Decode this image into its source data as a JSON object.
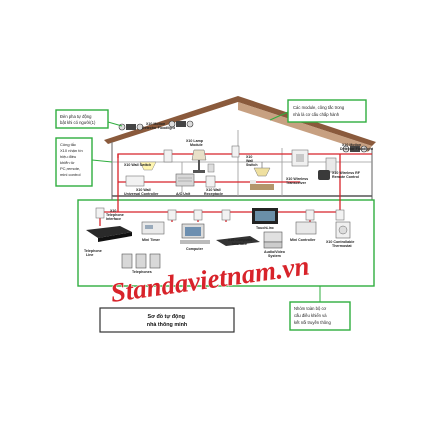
{
  "callouts": {
    "motion_light": [
      "Đèn pha tự động",
      "bật khi có người(1)"
    ],
    "switch_x10": [
      "Công tắc",
      "X10 nhận tín",
      "hiệu điều",
      "khiển từ",
      "PC,remote,",
      "mini control"
    ],
    "modules": [
      "Các module, công tắc trong",
      "nhà là cơ cấu chấp hành"
    ],
    "central": [
      "Nhóm toàn bộ cơ",
      "cấu điều khiển và",
      "kết nối truyền thông"
    ]
  },
  "device_labels": {
    "motion_left": [
      "X10 Motion",
      "Detector Floodlight"
    ],
    "motion_right": [
      "X10 Motion",
      "Detector Floodlight"
    ],
    "lamp_module": [
      "X10 Lamp",
      "Module"
    ],
    "wall_switch_upper": [
      "X10 Wall Switch"
    ],
    "wall_switch_small": [
      "X10",
      "Wall",
      "Switch"
    ],
    "wireless": [
      "X10 Wireless",
      "Transceiver"
    ],
    "wireless_rf": [
      "X10 Wireless RF",
      "Remote Control"
    ],
    "universal": [
      "X10 Wall",
      "Universal Controller"
    ],
    "ac_unit": [
      "A/C Unit"
    ],
    "receptacle": [
      "X10 Wall",
      "Receptacle"
    ],
    "telephone_interface": [
      "X10",
      "Telephone",
      "Interface"
    ],
    "telephone_line": [
      "Telephone",
      "Line"
    ],
    "mini_timer": [
      "Mini Timer"
    ],
    "telephones": [
      "Telephones"
    ],
    "computer": [
      "Computer"
    ],
    "computer_interface": [
      "X10 Computer",
      "Interface"
    ],
    "touchlinc": [
      "TouchLinc"
    ],
    "audio_video": [
      "Audio/Video",
      "System"
    ],
    "mini_controller": [
      "Mini Controller"
    ],
    "thermostat": [
      "X10 Controllable",
      "Thermostat"
    ]
  },
  "title_box": [
    "Sơ đồ tự động",
    "nhà thông minh"
  ],
  "watermark": "Standavietnam.vn",
  "colors": {
    "callout_border": "#2fae3e",
    "wire": "#d8232a",
    "watermark_fill": "#d8232a",
    "watermark_stroke": "#ffffff",
    "roof": "#8a5a3c",
    "wall_line": "#7a7a7a"
  }
}
